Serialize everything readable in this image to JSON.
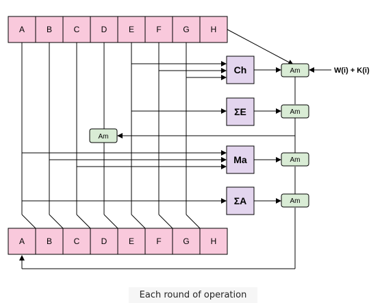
{
  "registers_top": [
    "A",
    "B",
    "C",
    "D",
    "E",
    "F",
    "G",
    "H"
  ],
  "registers_bottom": [
    "A",
    "B",
    "C",
    "D",
    "E",
    "F",
    "G",
    "H"
  ],
  "functions": {
    "ch": "Ch",
    "sigma_e": "ΣE",
    "ma": "Ma",
    "sigma_a": "ΣA"
  },
  "adders": {
    "am_1": "Am",
    "am_2": "Am",
    "am_3": "Am",
    "am_4": "Am",
    "am_d": "Am"
  },
  "input_label": "W(i) + K(i)",
  "caption": "Each round of operation",
  "colors": {
    "register_fill": "#f9c9dc",
    "function_fill": "#e3d5ee",
    "adder_fill": "#d9ecd5",
    "stroke": "#000000",
    "caption_bg": "#f6f6f6"
  }
}
